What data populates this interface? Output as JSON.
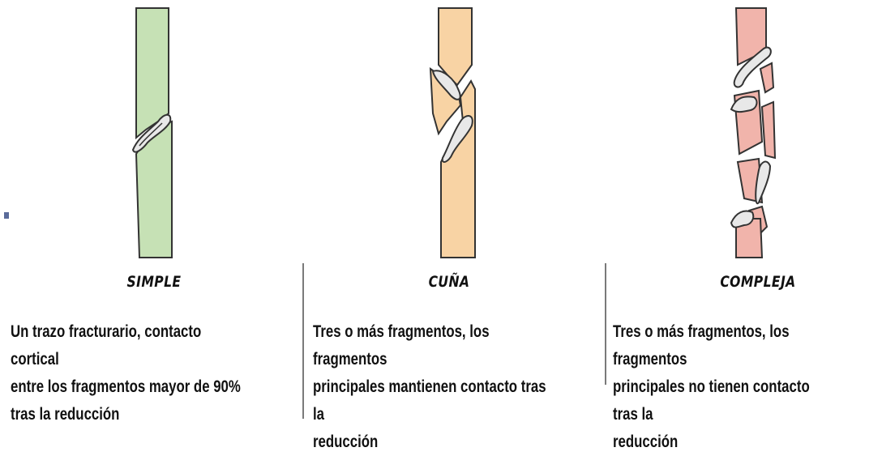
{
  "colors": {
    "simple_bone": "#c6e1b5",
    "wedge_bone": "#f8d3a4",
    "complex_bone": "#f1b4ab",
    "outline": "#333333",
    "divider": "#7a7a7a",
    "bullet": "#5a6b9a"
  },
  "panels": [
    {
      "title": "SIMPLE",
      "description": "Un trazo fracturario, contacto cortical\nentre los fragmentos mayor de 90%\ntras la reducción"
    },
    {
      "title": "CUÑA",
      "description": "Tres o más fragmentos, los fragmentos\nprincipales mantienen contacto tras la\nreducción"
    },
    {
      "title": "COMPLEJA",
      "description": "Tres o más fragmentos, los fragmentos\nprincipales no tienen contacto tras la\nreducción"
    }
  ]
}
